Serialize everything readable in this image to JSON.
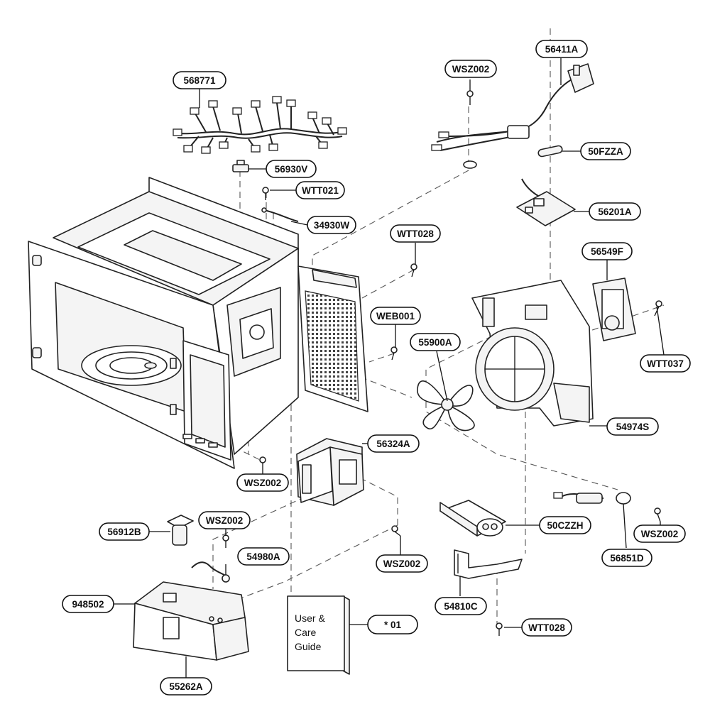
{
  "diagram": {
    "callouts": {
      "c568771": "568771",
      "c56930V": "56930V",
      "cWTT021": "WTT021",
      "c34930W": "34930W",
      "cWTT028a": "WTT028",
      "cWEB001": "WEB001",
      "cWSZ002a": "WSZ002",
      "c56411A": "56411A",
      "c50FZZA": "50FZZA",
      "c56201A": "56201A",
      "c56549F": "56549F",
      "cWTT037": "WTT037",
      "c55900A": "55900A",
      "c54974S": "54974S",
      "c56324A": "56324A",
      "cWSZ002b": "WSZ002",
      "c56912B": "56912B",
      "cWSZ002c": "WSZ002",
      "c54980A": "54980A",
      "c948502": "948502",
      "c55262A": "55262A",
      "cWSZ002d": "WSZ002",
      "c50CZZH": "50CZZH",
      "cWSZ002e": "WSZ002",
      "c56851D": "56851D",
      "c54810C": "54810C",
      "cWTT028b": "WTT028",
      "c01": "* 01"
    },
    "manual": {
      "line1": "User &",
      "line2": "Care",
      "line3": "Guide"
    }
  }
}
